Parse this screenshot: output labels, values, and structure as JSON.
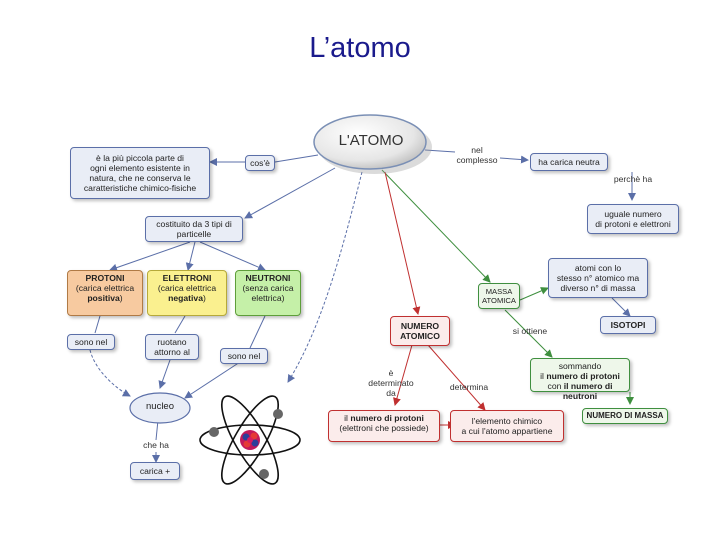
{
  "page": {
    "title": "L’atomo"
  },
  "map": {
    "atomo": "L'ATOMO",
    "cose": "cos'è",
    "definizione": "è la più piccola parte di\nogni elemento esistente in\nnatura, che ne conserva le\ncaratteristiche chimico-fisiche",
    "costituito": "costituito da 3 tipi di\nparticelle",
    "protoni_title": "PROTONI",
    "protoni_desc1": "(carica elettrica",
    "protoni_desc2": "positiva",
    "protoni_desc3": ")",
    "elettroni_title": "ELETTRONI",
    "elettroni_desc1": "(carica elettrica",
    "elettroni_desc2": "negativa",
    "elettroni_desc3": ")",
    "neutroni_title": "NEUTRONI",
    "neutroni_desc": "(senza carica\nelettrica)",
    "sono_nel_1": "sono nel",
    "ruotano": "ruotano\nattorno al",
    "sono_nel_2": "sono nel",
    "nucleo": "nucleo",
    "che_ha": "che ha",
    "carica": "carica +",
    "nel_complesso": "nel\ncomplesso",
    "carica_neutra": "ha carica neutra",
    "perche_ha": "perchè ha",
    "uguale": "uguale numero\ndi protoni e elettroni",
    "isotopi_desc": "atomi con lo\nstesso n° atomico ma\ndiverso n° di massa",
    "isotopi": "ISOTOPI",
    "massa_atomica": "MASSA\nATOMICA",
    "si_ottiene": "si ottiene",
    "numero_atomico": "NUMERO\nATOMICO",
    "sommando_1": "sommando",
    "sommando_2": "il",
    "sommando_3": "numero di protoni",
    "sommando_4": "con",
    "sommando_5": "il numero di neutroni",
    "numero_massa": "NUMERO DI MASSA",
    "determinato": "è determinato\nda",
    "determina": "determina",
    "num_protoni_1": "il",
    "num_protoni_2": "numero di protoni",
    "num_protoni_3": "(elettroni che possiede)",
    "elemento": "l'elemento chimico\na cui l'atomo appartiene"
  },
  "colors": {
    "title": "#1a1a8c",
    "blue_link": "#5b6fa8",
    "green_link": "#3f8f3f",
    "red_link": "#c03030"
  },
  "icons": [
    "atom-illustration-icon"
  ]
}
